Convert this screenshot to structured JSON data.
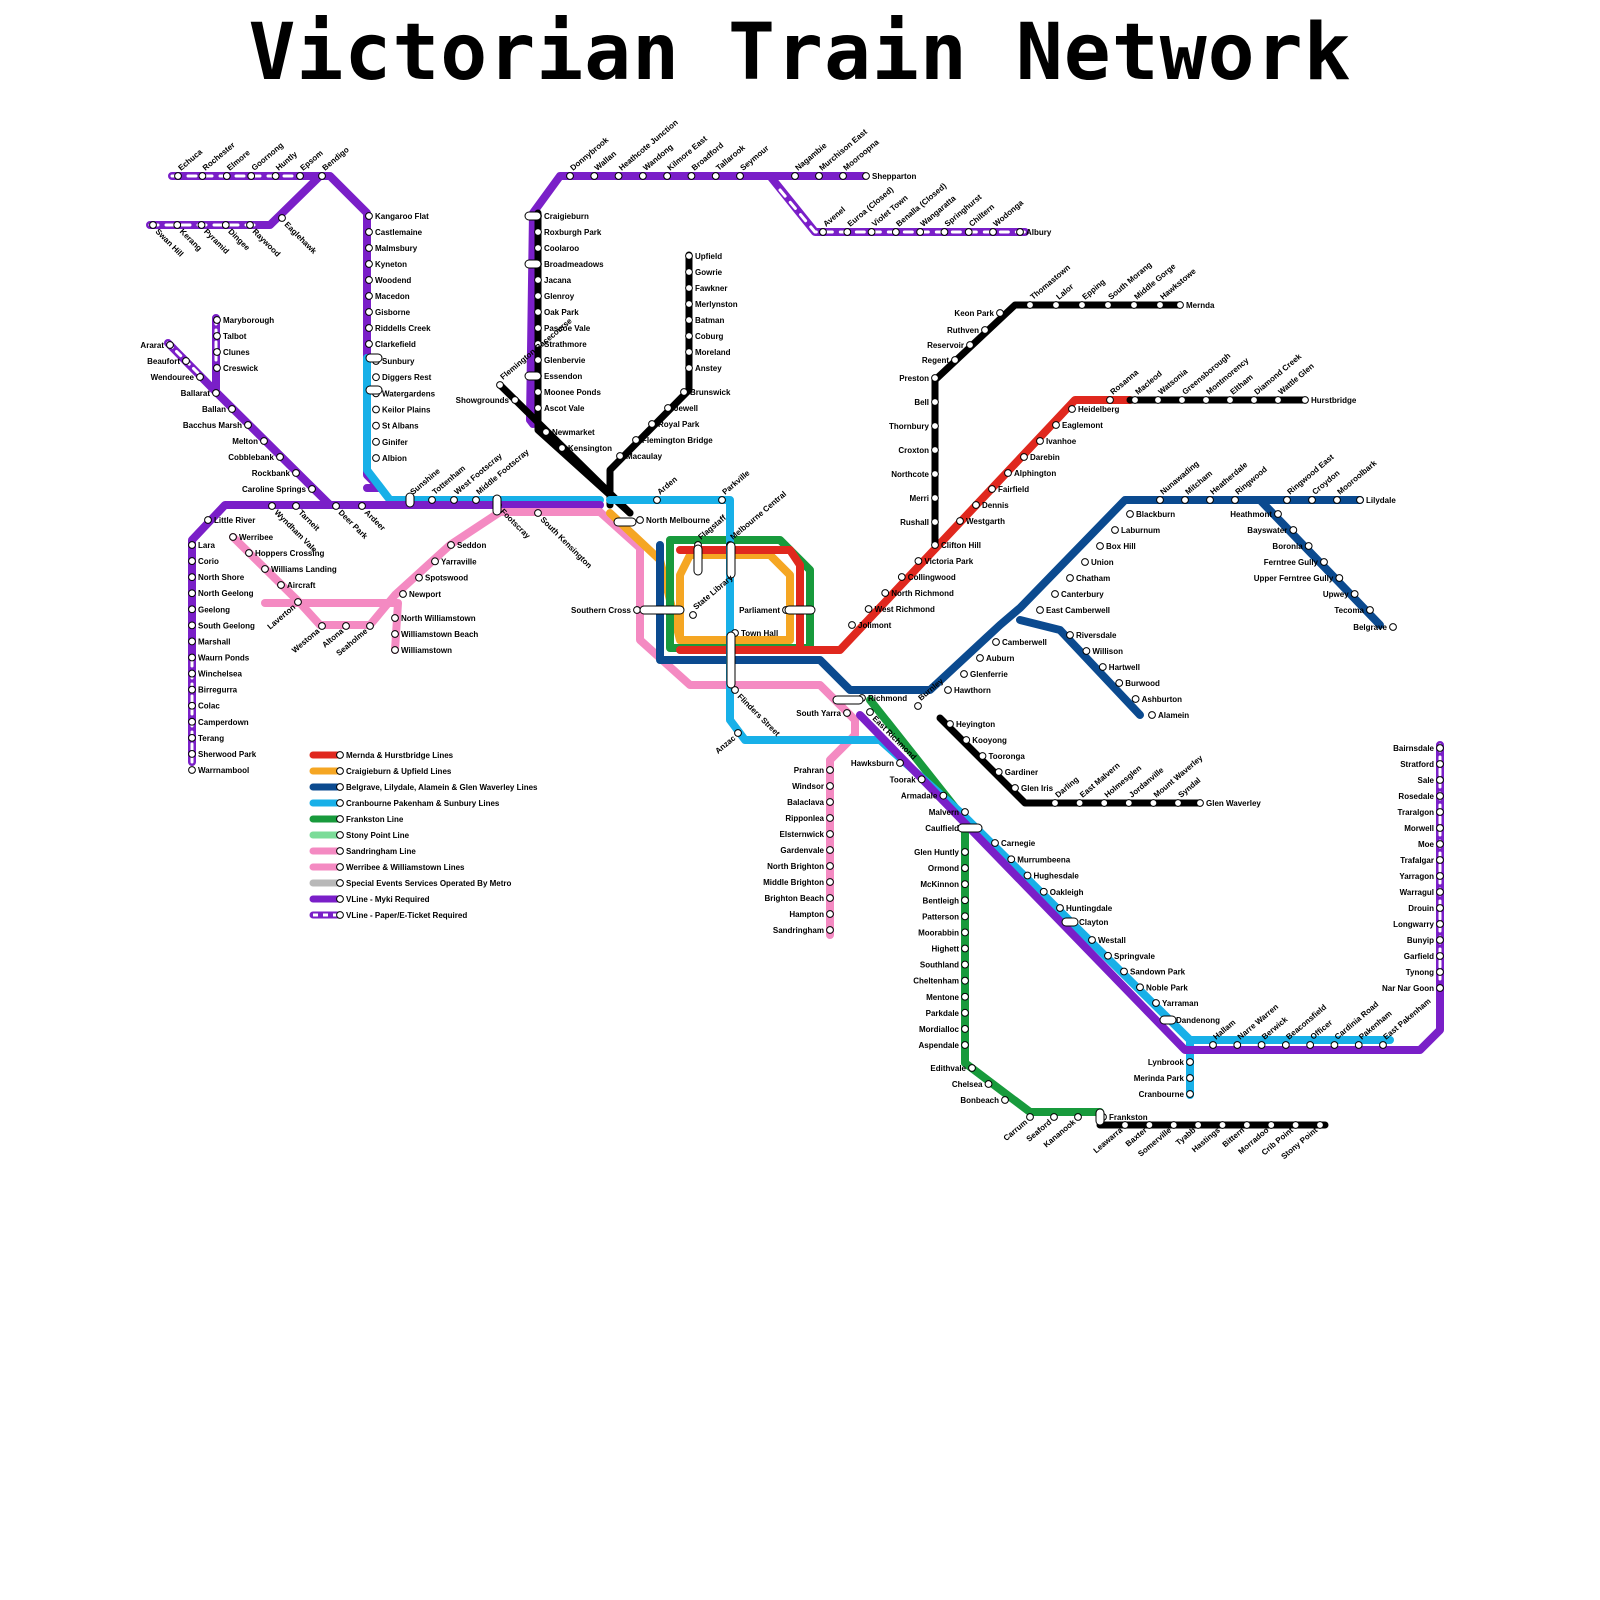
{
  "title": "Victorian Train Network",
  "colors": {
    "red": "#e0281e",
    "orange": "#f5a623",
    "navy": "#0b4a8f",
    "cyan": "#18b0e8",
    "green": "#189a3c",
    "lightgreen": "#7bdc98",
    "pink": "#f48ac2",
    "grey": "#b8b8b8",
    "purple": "#7a1fc8",
    "black": "#000000"
  },
  "legend": [
    {
      "label": "Mernda & Hurstbridge Lines",
      "color": "red"
    },
    {
      "label": "Craigieburn & Upfield Lines",
      "color": "orange"
    },
    {
      "label": "Belgrave, Lilydale, Alamein & Glen Waverley Lines",
      "color": "navy"
    },
    {
      "label": "Cranbourne Pakenham & Sunbury Lines",
      "color": "cyan"
    },
    {
      "label": "Frankston Line",
      "color": "green"
    },
    {
      "label": "Stony Point Line",
      "color": "lightgreen"
    },
    {
      "label": "Sandringham Line",
      "color": "pink"
    },
    {
      "label": "Werribee & Williamstown Lines",
      "color": "pink"
    },
    {
      "label": "Special Events Services Operated By Metro",
      "color": "grey"
    },
    {
      "label": "VLine - Myki Required",
      "color": "purple"
    },
    {
      "label": "VLine - Paper/E-Ticket Required",
      "color": "purple"
    }
  ],
  "stations": {
    "bendigo_line": [
      "Echuca",
      "Rochester",
      "Elmore",
      "Goornong",
      "Huntly",
      "Epsom",
      "Bendigo",
      "Swan Hill",
      "Kerang",
      "Pyramid",
      "Dingee",
      "Raywood",
      "Eaglehawk"
    ],
    "sunbury_line": [
      "Kangaroo Flat",
      "Castlemaine",
      "Malmsbury",
      "Kyneton",
      "Woodend",
      "Macedon",
      "Gisborne",
      "Riddells Creek",
      "Clarkefield",
      "Sunbury",
      "Diggers Rest",
      "Watergardens",
      "Keilor Plains",
      "St Albans",
      "Ginifer",
      "Albion"
    ],
    "ballarat_line": [
      "Maryborough",
      "Talbot",
      "Clunes",
      "Creswick",
      "Ararat",
      "Beaufort",
      "Wendouree",
      "Ballarat",
      "Ballan",
      "Bacchus Marsh",
      "Melton",
      "Cobblebank",
      "Rockbank",
      "Caroline Springs",
      "Deer Park",
      "Ardeer",
      "Tarneit",
      "Wyndham Vale"
    ],
    "western_corridor": [
      "Sunshine",
      "Tottenham",
      "West Footscray",
      "Middle Footscray",
      "Footscray",
      "South Kensington"
    ],
    "geelong_line": [
      "Little River",
      "Lara",
      "Corio",
      "North Shore",
      "North Geelong",
      "Geelong",
      "South Geelong",
      "Marshall",
      "Waurn Ponds",
      "Winchelsea",
      "Birregurra",
      "Colac",
      "Camperdown",
      "Terang",
      "Sherwood Park",
      "Warrnambool"
    ],
    "werribee_line": [
      "Werribee",
      "Hoppers Crossing",
      "Williams Landing",
      "Aircraft",
      "Laverton",
      "Westona",
      "Altona",
      "Seaholme",
      "Newport",
      "Spotswood",
      "Yarraville",
      "Seddon",
      "North Williamstown",
      "Williamstown Beach",
      "Williamstown"
    ],
    "seymour_line": [
      "Donnybrook",
      "Wallan",
      "Heathcote Junction",
      "Wandong",
      "Kilmore East",
      "Broadford",
      "Tallarook",
      "Seymour",
      "Nagambie",
      "Murchison East",
      "Mooroopna",
      "Shepparton",
      "Avenel",
      "Euroa (Closed)",
      "Violet Town",
      "Benalla (Closed)",
      "Wangaratta",
      "Springhurst",
      "Chiltern",
      "Wodonga",
      "Albury"
    ],
    "craigieburn_line": [
      "Craigieburn",
      "Roxburgh Park",
      "Coolaroo",
      "Broadmeadows",
      "Jacana",
      "Glenroy",
      "Oak Park",
      "Pascoe Vale",
      "Strathmore",
      "Glenbervie",
      "Essendon",
      "Moonee Ponds",
      "Ascot Vale",
      "Newmarket",
      "Kensington",
      "Flemington Racecourse",
      "Showgrounds"
    ],
    "upfield_line": [
      "Upfield",
      "Gowrie",
      "Fawkner",
      "Merlynston",
      "Batman",
      "Coburg",
      "Moreland",
      "Anstey",
      "Brunswick",
      "Jewell",
      "Royal Park",
      "Flemington Bridge",
      "Macaulay"
    ],
    "city": [
      "North Melbourne",
      "Arden",
      "Parkville",
      "Flagstaff",
      "Melbourne Central",
      "Southern Cross",
      "State Library",
      "Parliament",
      "Town Hall",
      "Flinders Street",
      "Anzac",
      "Richmond",
      "South Yarra",
      "East Richmond"
    ],
    "mernda_line": [
      "Keon Park",
      "Thomastown",
      "Lalor",
      "Epping",
      "South Morang",
      "Middle Gorge",
      "Hawkstowe",
      "Mernda",
      "Ruthven",
      "Reservoir",
      "Regent",
      "Preston",
      "Bell",
      "Thornbury",
      "Croxton",
      "Northcote",
      "Merri",
      "Rushall",
      "Clifton Hill",
      "Victoria Park",
      "Collingwood",
      "North Richmond",
      "West Richmond",
      "Jolimont"
    ],
    "hurstbridge_line": [
      "Rosanna",
      "Macleod",
      "Watsonia",
      "Greensborough",
      "Montmorency",
      "Eltham",
      "Diamond Creek",
      "Wattle Glen",
      "Hurstbridge",
      "Heidelberg",
      "Eaglemont",
      "Ivanhoe",
      "Darebin",
      "Alphington",
      "Fairfield",
      "Dennis",
      "Westgarth"
    ],
    "belgrave_lilydale": [
      "Nunawading",
      "Mitcham",
      "Heatherdale",
      "Ringwood",
      "Ringwood East",
      "Croydon",
      "Mooroolbark",
      "Lilydale",
      "Blackburn",
      "Laburnum",
      "Box Hill",
      "Union",
      "Chatham",
      "Canterbury",
      "East Camberwell",
      "Camberwell",
      "Auburn",
      "Glenferrie",
      "Hawthorn",
      "Burnley",
      "Heathmont",
      "Bayswater",
      "Boronia",
      "Ferntree Gully",
      "Upper Ferntree Gully",
      "Upwey",
      "Tecoma",
      "Belgrave"
    ],
    "alamein_line": [
      "Riversdale",
      "Willison",
      "Hartwell",
      "Burwood",
      "Ashburton",
      "Alamein"
    ],
    "glen_waverley_line": [
      "Heyington",
      "Kooyong",
      "Tooronga",
      "Gardiner",
      "Glen Iris",
      "Darling",
      "East Malvern",
      "Holmesglen",
      "Jordanville",
      "Mount Waverley",
      "Syndal",
      "Glen Waverley"
    ],
    "sandringham_line": [
      "Prahran",
      "Windsor",
      "Balaclava",
      "Ripponlea",
      "Elsternwick",
      "Gardenvale",
      "North Brighton",
      "Middle Brighton",
      "Brighton Beach",
      "Hampton",
      "Sandringham"
    ],
    "dandenong_line": [
      "Hawksburn",
      "Toorak",
      "Armadale",
      "Malvern",
      "Caulfield",
      "Carnegie",
      "Murrumbeena",
      "Hughesdale",
      "Oakleigh",
      "Huntingdale",
      "Clayton",
      "Westall",
      "Springvale",
      "Sandown Park",
      "Noble Park",
      "Yarraman",
      "Dandenong",
      "Hallam",
      "Narre Warren",
      "Berwick",
      "Beaconsfield",
      "Officer",
      "Cardinia Road",
      "Pakenham",
      "East Pakenham",
      "Lynbrook",
      "Merinda Park",
      "Cranbourne"
    ],
    "frankston_line": [
      "Glen Huntly",
      "Ormond",
      "McKinnon",
      "Bentleigh",
      "Patterson",
      "Moorabbin",
      "Highett",
      "Southland",
      "Cheltenham",
      "Mentone",
      "Parkdale",
      "Mordialloc",
      "Aspendale",
      "Edithvale",
      "Chelsea",
      "Bonbeach",
      "Carrum",
      "Seaford",
      "Kananook",
      "Frankston"
    ],
    "stony_point_line": [
      "Leawarra",
      "Baxter",
      "Somerville",
      "Tyabb",
      "Hastings",
      "Bittern",
      "Morradoo",
      "Crib Point",
      "Stony Point"
    ],
    "gippsland_line": [
      "Bairnsdale",
      "Stratford",
      "Sale",
      "Rosedale",
      "Traralgon",
      "Morwell",
      "Moe",
      "Trafalgar",
      "Yarragon",
      "Warragul",
      "Drouin",
      "Longwarry",
      "Bunyip",
      "Garfield",
      "Tynong",
      "Nar Nar Goon"
    ]
  }
}
